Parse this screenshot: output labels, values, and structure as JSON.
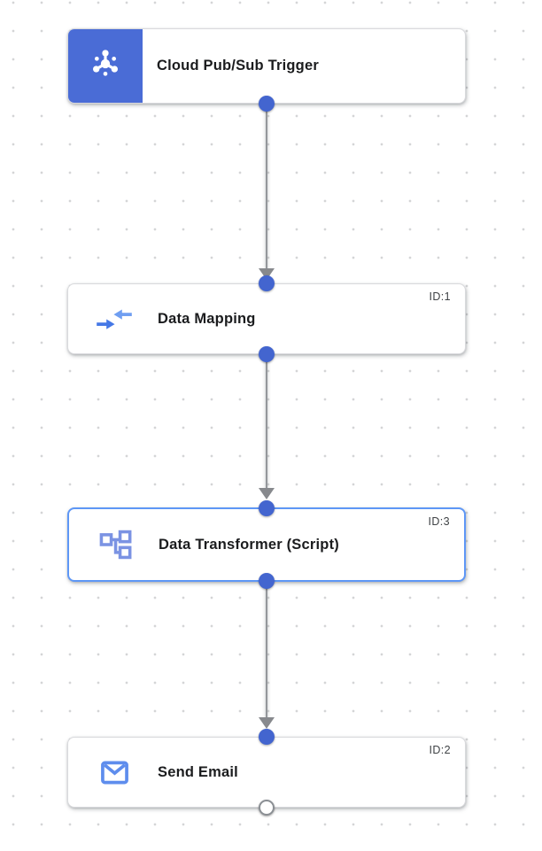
{
  "app": {
    "name": "integration workflow designer canvas"
  },
  "colors": {
    "accent-blue": "#4a6cd6",
    "port-blue": "#4365cf",
    "selected-border": "#5e97f6",
    "edge-gray": "#94979b",
    "arrow-gray": "#87898d",
    "icon-periwinkle": "#7b93e3",
    "icon-blue": "#5e8ded",
    "icon-blue-dark": "#4578e6",
    "icon-blue-light": "#6f9ef1",
    "title-color": "#1b1c1e",
    "id-color": "#3f4245",
    "grid-dot": "#d4d5d6"
  },
  "nodes": [
    {
      "title": "Cloud Pub/Sub Trigger",
      "icon": "pubsub-icon",
      "id_label": ""
    },
    {
      "title": "Data Mapping",
      "icon": "data-mapping-icon",
      "id_label": "ID:1"
    },
    {
      "title": "Data Transformer (Script)",
      "icon": "data-transformer-icon",
      "id_label": "ID:3",
      "selected": true
    },
    {
      "title": "Send Email",
      "icon": "send-email-icon",
      "id_label": "ID:2"
    }
  ]
}
